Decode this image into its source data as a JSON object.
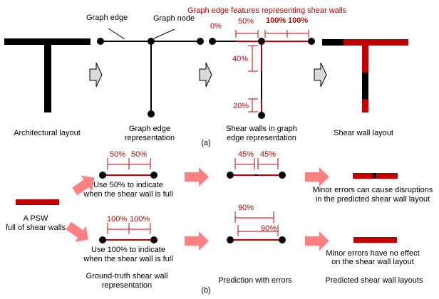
{
  "colors": {
    "shear_wall": "#c00000",
    "arrow_pink": "#ff8080",
    "arrow_gray": "#d9d9d9",
    "line": "#000000"
  },
  "panel_a": {
    "label": "(a)",
    "title": "Graph edge features representing shear walls",
    "graph_edge_label": "Graph edge",
    "graph_node_label": "Graph node",
    "captions": {
      "architectural": "Architectural layout",
      "graph_edge_1": "Graph edge",
      "graph_edge_2": "representation",
      "shear_graph_1": "Shear walls in graph",
      "shear_graph_2": "edge representation",
      "shear_layout": "Shear wall layout"
    },
    "features": {
      "left": "0%",
      "mid_left": "50%",
      "right_1": "100%",
      "right_2": "100%",
      "vertical_top": "40%",
      "vertical_bottom": "20%"
    }
  },
  "panel_b": {
    "label": "(b)",
    "apsw_1": "A PSW",
    "apsw_2": "full of shear walls",
    "gt_50": {
      "v1": "50%",
      "v2": "50%",
      "caption_1": "Use 50% to indicate",
      "caption_2": "when the shear wall is full"
    },
    "gt_100": {
      "v1": "100%",
      "v2": "100%",
      "caption_1": "Use 100% to indicate",
      "caption_2": "when the shear wall is full"
    },
    "gt_caption_1": "Ground-truth shear wall",
    "gt_caption_2": "representation",
    "pred_50": {
      "v1": "45%",
      "v2": "45%"
    },
    "pred_100": {
      "v1": "90%",
      "v2": "90%"
    },
    "pred_caption": "Prediction with errors",
    "result_top_1": "Minor errors can cause disruptions",
    "result_top_2": "in the predicted shear wall layout",
    "result_bottom_1": "Minor errors have no effect",
    "result_bottom_2": "on the shear wall layout",
    "result_caption": "Predicted shear wall layouts"
  }
}
